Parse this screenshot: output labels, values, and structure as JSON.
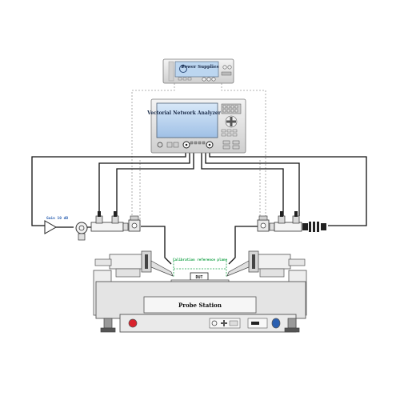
{
  "labels": {
    "power_supplies": "Power Supplies",
    "vna": "Vectorial Network Analyzer",
    "gain": "Gain 10 dB",
    "calibration": "Calibration reference plane",
    "dut": "DUT",
    "probe_station": "Probe Station"
  },
  "colors": {
    "cable": "#111111",
    "bias": "#9a9a9a",
    "screen_blue": "#bcd6f0",
    "calibration_green": "#1aa34a",
    "gain_label": "#2a5fb0",
    "button_red": "#d9232d",
    "station_gray": "#e4e4e4"
  },
  "icons": [
    "power-icon",
    "knob-icon",
    "dpad-icon",
    "connector-icon",
    "bias-tee-icon",
    "amplifier-icon",
    "circulator-icon",
    "isolator-icon",
    "probe-icon",
    "foot-icon"
  ]
}
